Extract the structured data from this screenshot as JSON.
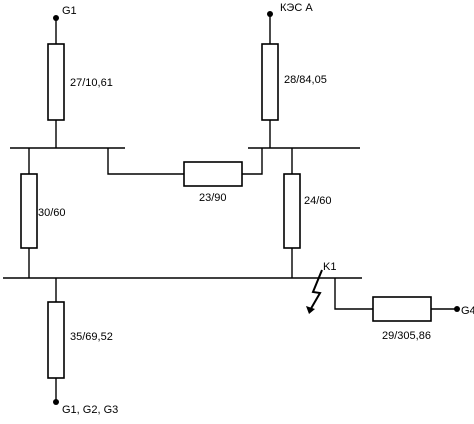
{
  "title": "",
  "nodes": {
    "g1": "G1",
    "kes_a": "КЭС А",
    "g123": "G1, G2, G3",
    "g4": "G4"
  },
  "fault": {
    "label": "K1"
  },
  "impedances": {
    "g1_branch": "27/10,61",
    "kes_branch": "28/84,05",
    "tie_upper": "23/90",
    "left_vertical": "30/60",
    "right_vertical": "24/60",
    "g123_branch": "35/69,52",
    "g4_branch": "29/305,86"
  }
}
